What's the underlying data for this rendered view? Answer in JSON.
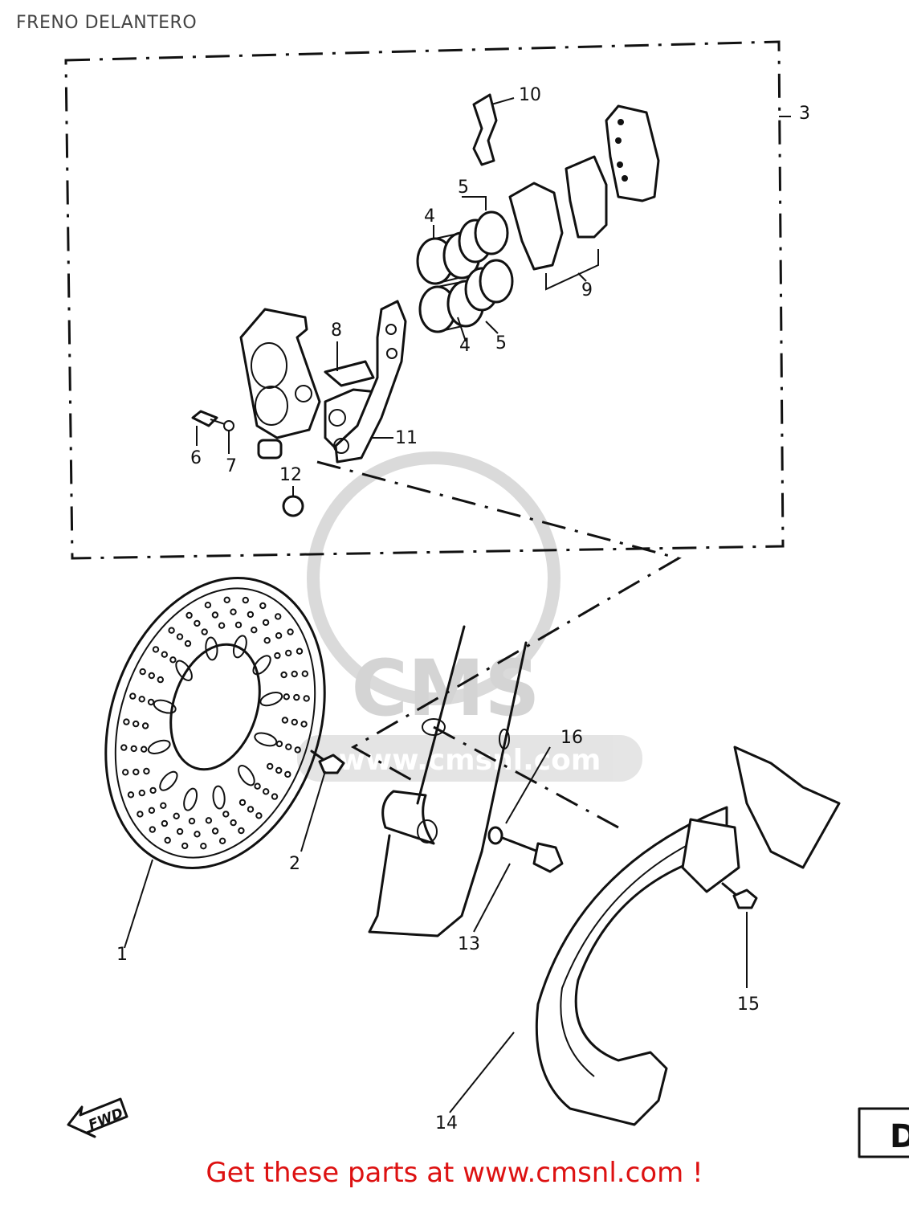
{
  "title": "FRENO DELANTERO",
  "footer": "Get these parts at www.cmsnl.com !",
  "fwd_label": "FWD",
  "page_letter": "D",
  "watermark": {
    "brand": "CMS",
    "url": "www.cmsnl.com"
  },
  "callouts": {
    "c1": "1",
    "c2": "2",
    "c3": "3",
    "c4a": "4",
    "c4b": "4",
    "c5a": "5",
    "c5b": "5",
    "c6": "6",
    "c7": "7",
    "c8": "8",
    "c9": "9",
    "c10": "10",
    "c11": "11",
    "c12": "12",
    "c13": "13",
    "c14": "14",
    "c15": "15",
    "c16": "16"
  },
  "colors": {
    "footer": "#dd1111",
    "line": "#111111",
    "watermark": "#d0d0d0"
  }
}
